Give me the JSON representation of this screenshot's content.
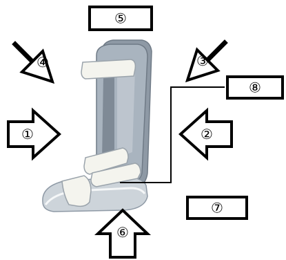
{
  "labels": {
    "arrow_right_left": "①",
    "arrow_left_right": "②",
    "arrow_down_left_upper_right": "③",
    "arrow_down_right_upper_left": "④",
    "box_top": "⑤",
    "arrow_up_bottom": "⑥",
    "box_right_lower": "⑦",
    "box_right_upper": "⑧"
  },
  "colors": {
    "boot_shell": "#a9b4bf",
    "boot_shell_dark": "#8e99a5",
    "boot_inner": "#cdd4da",
    "strap": "#f4f4ee",
    "outline": "#000000"
  },
  "icons": {
    "boot": "walking-boot-brace-icon"
  }
}
